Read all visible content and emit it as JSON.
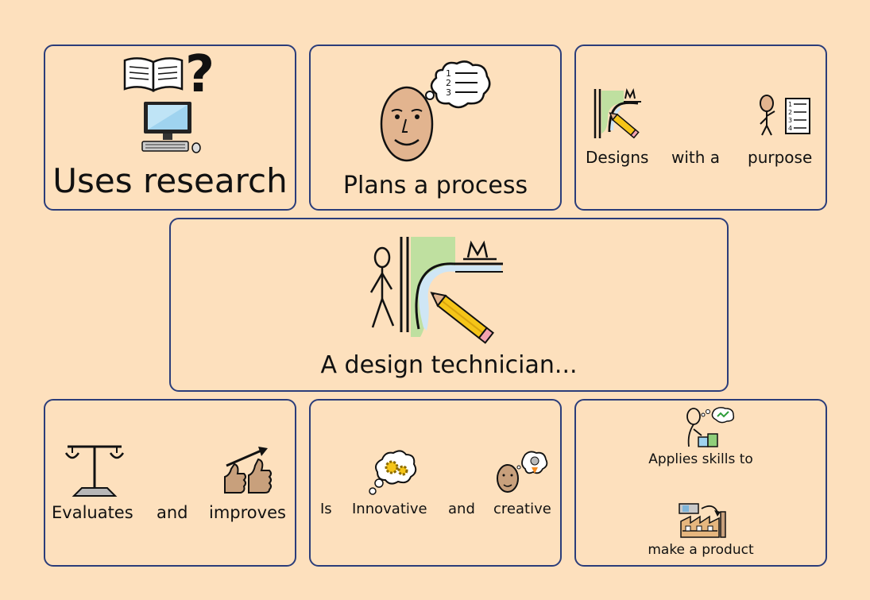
{
  "cards": {
    "research": {
      "label": "Uses research"
    },
    "plans": {
      "label": "Plans a process"
    },
    "designs": {
      "w1": "Designs",
      "w2": "with a",
      "w3": "purpose"
    },
    "center": {
      "label": "A design technician..."
    },
    "evaluates": {
      "w1": "Evaluates",
      "w2": "and",
      "w3": "improves"
    },
    "innovative": {
      "w1": "Is",
      "w2": "Innovative",
      "w3": "and",
      "w4": "creative"
    },
    "applies": {
      "line1": "Applies skills to",
      "line2": "make a product"
    }
  },
  "list_numbers": [
    "1",
    "2",
    "3",
    "4"
  ],
  "colors": {
    "background": "#fde0bd",
    "border": "#2b3d7a",
    "pencil": "#f5c518",
    "path_green": "#bfe0a0",
    "path_blue": "#cfe6f5"
  }
}
